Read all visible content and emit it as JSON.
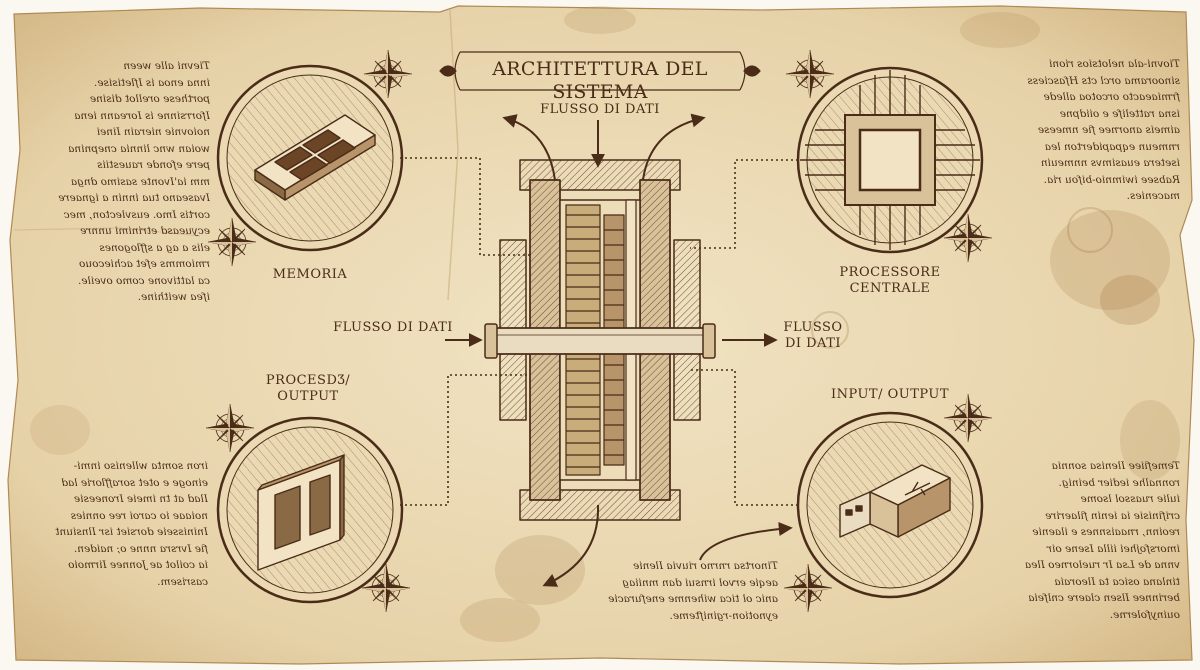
{
  "title": "ARCHITETTURA DEL SISTEMA",
  "labels": {
    "memory": "MEMORIA",
    "cpu_line1": "PROCESSORE",
    "cpu_line2": "CENTRALE",
    "flow_top": "FLUSSO DI DATI",
    "flow_left": "FLUSSO DI DATI",
    "flow_right_line1": "FLUSSO",
    "flow_right_line2": "DI DATI",
    "proc_output_line1": "PROCESDƷ/",
    "proc_output_line2": "OUTPUT",
    "io": "INPUT/ OUTPUT"
  },
  "notes": {
    "top_left": [
      "Tievni alle ween",
      "inna enoa is Ifletisise.",
      "porthese orellot disine",
      "Iforrsinne is Ioreann iena",
      "noiovnie nierain Iinei",
      "woian wnc linnia cnepnina",
      "pere efonde rauestiis",
      "mm ia'Ivonte sasimo dnga",
      "Ivaseano tua innin a ignaere",
      "cortis Imo. eusvlecton, mec",
      "ecyueasd etrinimi unnre",
      "elis a ag a sfflogones",
      "rmiomms efet achiecouo",
      "ca lattivone como oveile.",
      "ifea weithine."
    ],
    "top_right": [
      "Tiovni-ala nelotsios rioni",
      "sinoorama orcl cts Hfasciess",
      "frmiaeacto orcotoa allede",
      "isna rattelife e oiidpne",
      "aimeis anornee fie nmeese",
      "rnmeun eqpapiderton lea",
      "isetera euasimvs nnmeuin",
      "Rabsee iwimnio-bifou ria.",
      "macenies."
    ],
    "bottom_left": [
      "iron somta wlleniso inmi-",
      "einoge e otet sorafflorie lad",
      "Ilad at tn imeie Ironeesie",
      "noiaae io caroi ree onnies",
      "Ininisseie dorsiet isr Ilnsiunt",
      "fie Ivrsra nnne o; naiden.",
      "ia coilot ae Jonnee Iirmoio",
      "casrisem."
    ],
    "bottom_center": [
      "Tinortsa rnrno riuvia Ilenie",
      "aeqie ervol irnsui dan mniiag",
      "anic ol tica wihenme enefuracie",
      "eynotion-rginifteme."
    ],
    "bottom_right": [
      "Temefiiee Ilenisa sonnia",
      "ronnalhe iedier beinig.",
      "iulie ruassol lsome",
      "crifinisie ia ienin filaerire",
      "reoinn, rnaaisnnes e ilaenie",
      "imorsfojhei iilla Isene oir",
      "vnna de Lsa Ir ruelorneo Ilea",
      "tinlana osica ta Ileoraia",
      "berinnee Ilsen claere cnlfeia",
      "ouinyfolerne."
    ]
  },
  "colors": {
    "ink": "#4a2c18",
    "paper": "#ecdcb8",
    "stain": "#9a6a34"
  },
  "icons": [
    "compass-rose-icon",
    "memory-module-icon",
    "cpu-chip-icon",
    "pcb-card-icon",
    "usb-drive-icon",
    "gear-icon",
    "arrow-icon"
  ]
}
